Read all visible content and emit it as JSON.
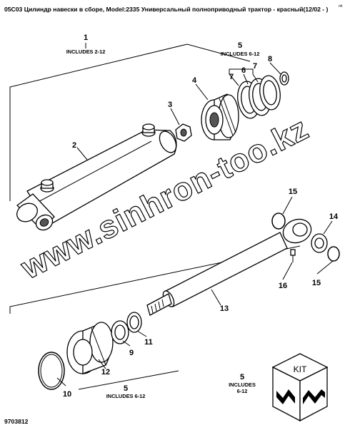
{
  "header": {
    "title": "05C03 Цилиндр навески в сборе, Model:2335 Универсальный полноприводный трактор - красный(12/02 - )",
    "corner_mark": "nh"
  },
  "watermark": {
    "text": "www.sinhron-too.kz"
  },
  "callouts": [
    {
      "id": "1",
      "label": "1",
      "note": "INCLUDES 2-12"
    },
    {
      "id": "2",
      "label": "2",
      "note": ""
    },
    {
      "id": "3",
      "label": "3",
      "note": ""
    },
    {
      "id": "4",
      "label": "4",
      "note": ""
    },
    {
      "id": "5-top",
      "label": "5",
      "note": "INCLUDES 6-12"
    },
    {
      "id": "6",
      "label": "6",
      "note": ""
    },
    {
      "id": "7a",
      "label": "7",
      "note": ""
    },
    {
      "id": "7b",
      "label": "7",
      "note": ""
    },
    {
      "id": "8",
      "label": "8",
      "note": ""
    },
    {
      "id": "9",
      "label": "9",
      "note": ""
    },
    {
      "id": "10",
      "label": "10",
      "note": ""
    },
    {
      "id": "11",
      "label": "11",
      "note": ""
    },
    {
      "id": "12",
      "label": "12",
      "note": ""
    },
    {
      "id": "13",
      "label": "13",
      "note": ""
    },
    {
      "id": "14",
      "label": "14",
      "note": ""
    },
    {
      "id": "15a",
      "label": "15",
      "note": ""
    },
    {
      "id": "15b",
      "label": "15",
      "note": ""
    },
    {
      "id": "16",
      "label": "16",
      "note": ""
    },
    {
      "id": "5-bottom",
      "label": "5",
      "note": "INCLUDES 6-12"
    },
    {
      "id": "5-kit",
      "label": "5",
      "note_lines": [
        "INCLUDES",
        "6-12"
      ]
    }
  ],
  "kit": {
    "label": "KIT"
  },
  "footer": {
    "drawing_number": "9703812"
  }
}
